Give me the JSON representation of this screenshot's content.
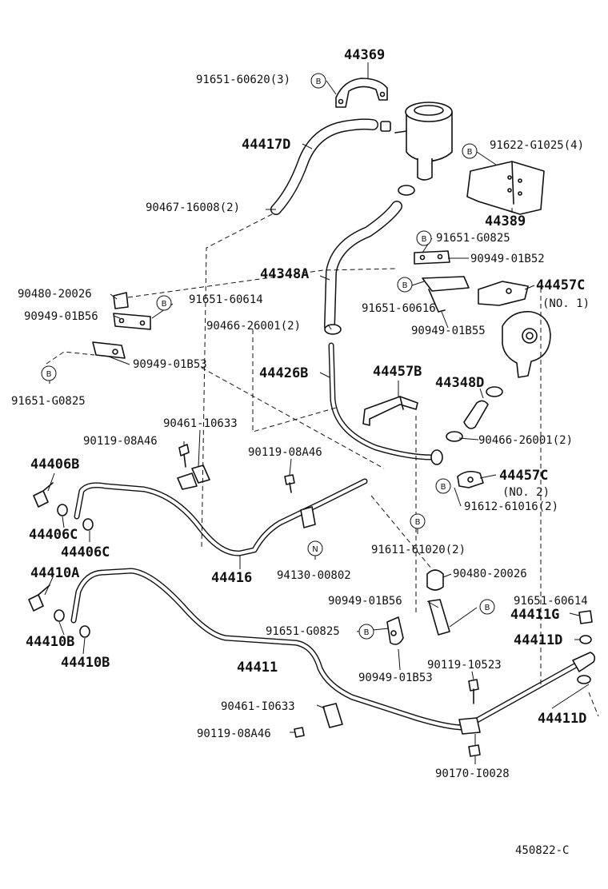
{
  "labels": {
    "p44369": "44369",
    "p91651_60620": "91651-60620(3)",
    "p44417D": "44417D",
    "p91622_G1025": "91622-G1025(4)",
    "p90467_16008": "90467-16008(2)",
    "p44389": "44389",
    "p91651_G0825_a": "91651-G0825",
    "p90949_01B52": "90949-01B52",
    "p44348A": "44348A",
    "p44457C_1": "44457C",
    "no1": "(NO. 1)",
    "p90480_20026_a": "90480-20026",
    "p91651_60614_a": "91651-60614",
    "p91651_60616": "91651-60616",
    "p90949_01B56_a": "90949-01B56",
    "p90466_26001_a": "90466-26001(2)",
    "p90949_01B55": "90949-01B55",
    "p90949_01B53_a": "90949-01B53",
    "p44426B": "44426B",
    "p44457B": "44457B",
    "p44348D": "44348D",
    "p91651_G0825_b": "91651-G0825",
    "p90461_10633_a": "90461-10633",
    "p90466_26001_b": "90466-26001(2)",
    "p90119_08A46_a": "90119-08A46",
    "p90119_08A46_b": "90119-08A46",
    "p44406B": "44406B",
    "p44457C_2": "44457C",
    "no2": "(NO. 2)",
    "p91612_61016": "91612-61016(2)",
    "p44406C_a": "44406C",
    "p44406C_b": "44406C",
    "p91611_61020": "91611-61020(2)",
    "p44416": "44416",
    "p94130_00802": "94130-00802",
    "p44410A": "44410A",
    "p90480_20026_b": "90480-20026",
    "p90949_01B56_b": "90949-01B56",
    "p91651_60614_b": "91651-60614",
    "p44411G": "44411G",
    "p91651_G0825_c": "91651-G0825",
    "p44411D_a": "44411D",
    "p44410B_a": "44410B",
    "p44410B_b": "44410B",
    "p44411": "44411",
    "p90119_10523": "90119-10523",
    "p90949_01B53_b": "90949-01B53",
    "p90461_10633_b": "90461-I0633",
    "p44411D_b": "44411D",
    "p90119_08A46_c": "90119-08A46",
    "p90170_10028": "90170-I0028",
    "ref": "450822-C"
  },
  "markers": {
    "bolt": "B",
    "nut": "N"
  }
}
